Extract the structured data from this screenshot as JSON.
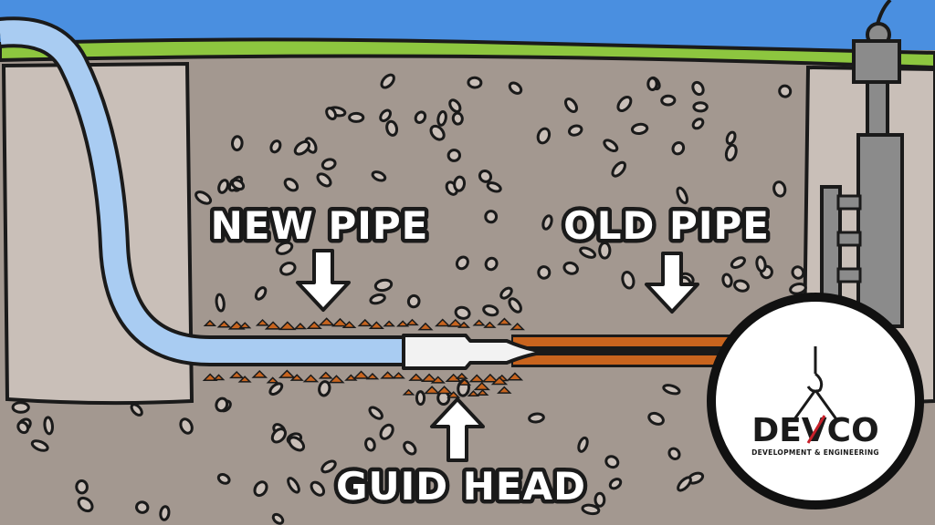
{
  "labels": {
    "new_pipe": "NEW PIPE",
    "old_pipe": "OLD PIPE",
    "guide_head": "GUID HEAD"
  },
  "logo": {
    "name": "DEVCO",
    "tagline": "DEVELOPMENT & ENGINEERING"
  },
  "colors": {
    "sky": "#4a8fe0",
    "grass": "#8dc63f",
    "soil": "#a39890",
    "pit": "#c9bfb8",
    "new_pipe": "#a9ccf2",
    "old_pipe": "#c8641e",
    "logo_accent": "#c8202a"
  }
}
